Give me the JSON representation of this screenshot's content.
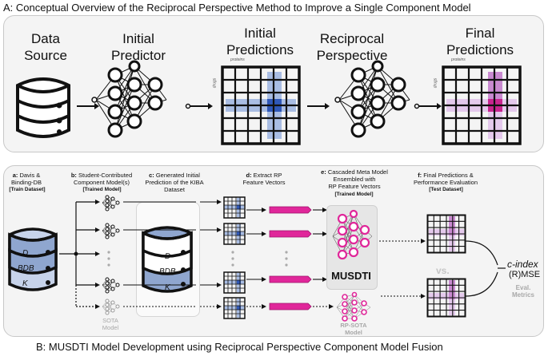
{
  "panel_a": {
    "title": "A: Conceptual Overview of the  Reciprocal Perspective Method to Improve a Single Component Model",
    "stages": {
      "data_source": "Data\nSource",
      "initial_predictor": "Initial\nPredictor",
      "initial_predictions": "Initial\nPredictions",
      "reciprocal_perspective": "Reciprocal\nPerspective",
      "final_predictions": "Final\nPredictions"
    },
    "axis_proteins": "proteins",
    "axis_drugs": "drugs"
  },
  "panel_b": {
    "title": "B:  MUSDTI Model Development using Reciprocal Perspective Component Model Fusion",
    "steps": {
      "a_label": "a:",
      "a_text": " Davis &\nBinding-DB",
      "a_sub": "[Train Dataset]",
      "b_label": "b:",
      "b_text": " Student-Contributed\nComponent Model(s)",
      "b_sub": "[Trained Model]",
      "c_label": "c:",
      "c_text": " Generated Initial\nPrediction of the KIBA\nDataset",
      "d_label": "d:",
      "d_text": " Extract RP\nFeature Vectors",
      "e_label": "e:",
      "e_text": " Cascaded Meta Model\nEnsembled with\nRP Feature Vectors",
      "e_sub": "[Trained Model]",
      "f_label": "f:",
      "f_text": " Final Predictions &\nPerformance Evaluation",
      "f_sub": "[Test Dataset]"
    },
    "db_labels": [
      "D",
      "BDB",
      "K"
    ],
    "sota_model": "SOTA\nModel",
    "rp_sota_model": "RP-SOTA\nModel",
    "musdti": "MUSDTI",
    "vs": "vs.",
    "metrics": {
      "c_index": "c-index",
      "rmse": "(R)MSE",
      "eval": "Eval.\nMetrics"
    }
  },
  "colors": {
    "db_blue": "#8fa6cf",
    "db_blue_light": "#c7d3ea",
    "pink": "#e0279a",
    "cell_blue": "#2f58b8",
    "cell_blue_light": "#a9bde3",
    "cell_purple": "#c98ad0",
    "cell_magenta": "#c9258f",
    "cell_lilac": "#e4c9ec"
  }
}
